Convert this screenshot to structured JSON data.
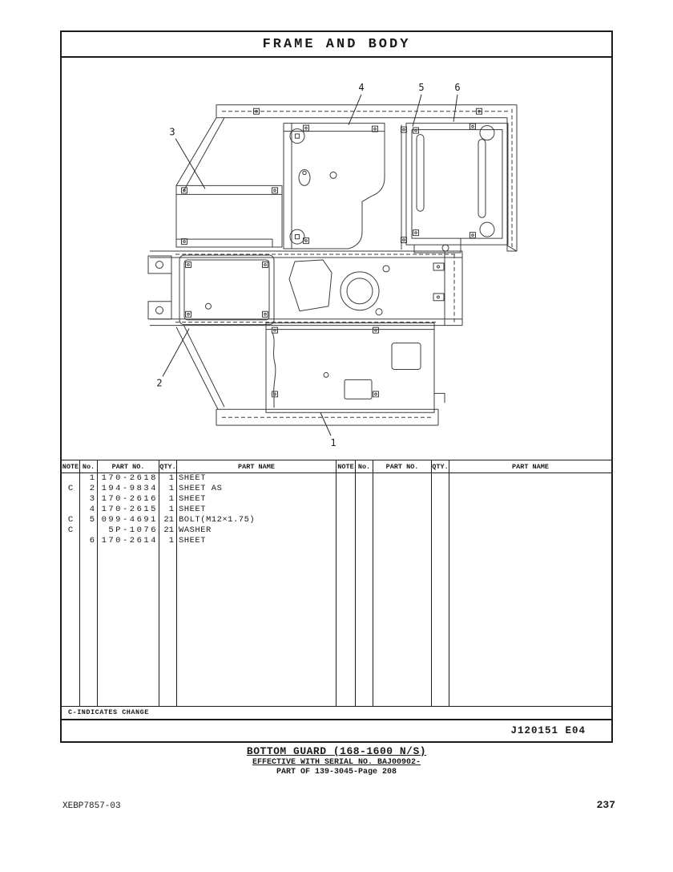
{
  "page": {
    "title": "FRAME AND BODY",
    "change_note": "C-INDICATES CHANGE",
    "revision": "J120151 E04",
    "footer_line1": "BOTTOM GUARD (168-1600 N/S)",
    "footer_line2": "EFFECTIVE WITH SERIAL NO. BAJ00902-",
    "footer_line3": "PART OF 139-3045-Page 208",
    "doc_number": "XEBP7857-03",
    "page_number": "237"
  },
  "colors": {
    "ink": "#1c1c1c",
    "paper": "#ffffff"
  },
  "diagram": {
    "callouts": [
      "1",
      "2",
      "3",
      "4",
      "5",
      "6"
    ]
  },
  "table": {
    "headers": [
      "NOTE",
      "No.",
      "PART NO.",
      "QTY.",
      "PART NAME"
    ],
    "rows": [
      {
        "note": "",
        "no": "1",
        "part_no": "170-2618",
        "qty": "1",
        "part_name": "SHEET"
      },
      {
        "note": "C",
        "no": "2",
        "part_no": "194-9834",
        "qty": "1",
        "part_name": "SHEET AS"
      },
      {
        "note": "",
        "no": "3",
        "part_no": "170-2616",
        "qty": "1",
        "part_name": "SHEET"
      },
      {
        "note": "",
        "no": "4",
        "part_no": "170-2615",
        "qty": "1",
        "part_name": "SHEET"
      },
      {
        "note": "C",
        "no": "5",
        "part_no": "099-4691",
        "qty": "21",
        "part_name": "BOLT(M12×1.75)"
      },
      {
        "note": "C",
        "no": "",
        "part_no": "5P-1076",
        "qty": "21",
        "part_name": "WASHER"
      },
      {
        "note": "",
        "no": "6",
        "part_no": "170-2614",
        "qty": "1",
        "part_name": "SHEET"
      }
    ]
  }
}
